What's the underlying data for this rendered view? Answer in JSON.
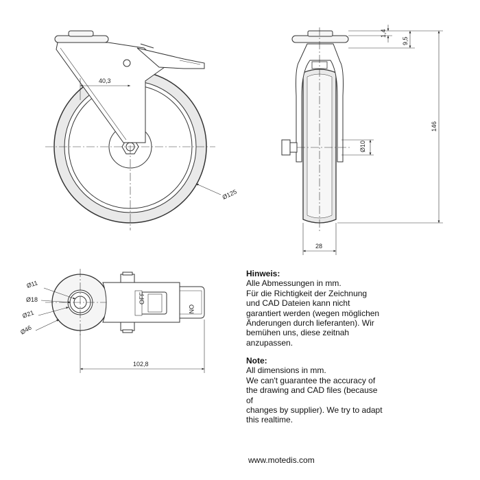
{
  "dimensions": {
    "offset": "40,3",
    "wheel_diameter": "Ø125",
    "plate_thickness": "1,4",
    "plate_height": "9,5",
    "total_height": "146",
    "axle_diameter": "Ø10",
    "wheel_width": "28",
    "hole_d11": "Ø11",
    "hole_d18": "Ø18",
    "hole_d21": "Ø21",
    "hole_d46": "Ø46",
    "length": "102,8"
  },
  "brake_labels": {
    "off": "OFF",
    "on": "ON"
  },
  "notes": {
    "de_title": "Hinweis:",
    "de_text": "Alle Abmessungen in mm.\nFür die Richtigkeit der Zeichnung\nund CAD Dateien kann nicht\ngarantiert werden (wegen möglichen\nÄnderungen durch lieferanten). Wir\nbemühen uns, diese zeitnah\nanzupassen.",
    "en_title": "Note:",
    "en_text": "All dimensions in mm.\nWe can't guarantee the accuracy of\nthe drawing and CAD files (because\nof\nchanges by supplier). We try to adapt\nthis realtime."
  },
  "footer": "www.motedis.com"
}
